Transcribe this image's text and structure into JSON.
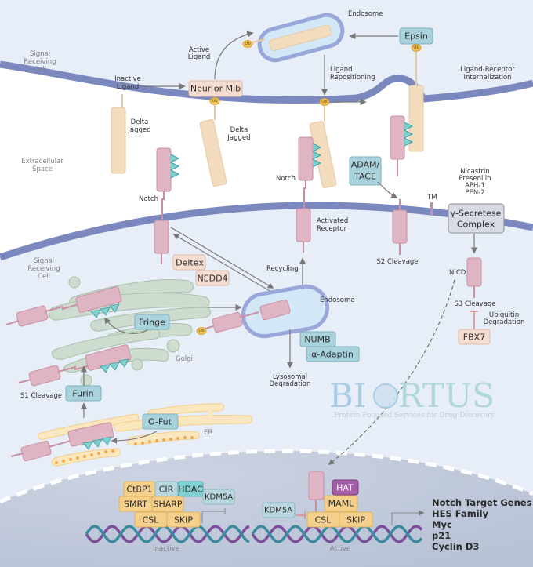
{
  "title": "Notch Signaling Pathway",
  "colors": {
    "membrane": "#7b88be",
    "cytoplasm": "#e7eef7",
    "nucleus": "#c5cedf",
    "notch": "#dfb5c4",
    "ligand": "#f3dcbd",
    "egf_teal": "#7fd0d1",
    "teal_box": "#a9d3dc",
    "peach_box": "#f6ddd1",
    "yellow_box": "#f4d08c",
    "hat_purple": "#a35ea7",
    "golgi": "#cddccf",
    "er": "#fbe7bd",
    "ub": "#f2c45a",
    "gamma_box": "#d8dae4"
  },
  "regions": {
    "top_cell": "Signal\nReceiving\nCell",
    "extracellular": "Extracellular\nSpace",
    "bottom_cell": "Signal\nReceiving\nCell",
    "golgi": "Golgi",
    "er": "ER"
  },
  "labels": {
    "inactive_ligand": [
      "Inactive",
      "Ligand"
    ],
    "active_ligand": [
      "Active",
      "Ligand"
    ],
    "delta_jagged_1": [
      "Delta",
      "Jagged"
    ],
    "delta_jagged_2": [
      "Delta",
      "Jagged"
    ],
    "endosome_top": "Endosome",
    "ligand_repositioning": [
      "Ligand",
      "Repositioning"
    ],
    "ligand_receptor_internalization": [
      "Ligand-Receptor",
      "Internalization"
    ],
    "notch_1": "Notch",
    "notch_2": "Notch",
    "activated_receptor": [
      "Activated",
      "Receptor"
    ],
    "s2_cleavage": "S2 Cleavage",
    "tm": "TM",
    "secretase_components": [
      "Nicastrin",
      "Presenilin",
      "APH-1",
      "PEN-2"
    ],
    "nicd": "NICD",
    "s3_cleavage": "S3 Cleavage",
    "ubiquitin_degradation": [
      "Ubiquitin",
      "Degradation"
    ],
    "recycling": "Recycling",
    "endosome_bottom": "Endosome",
    "lysosomal_degradation": [
      "Lysosomal",
      "Degradation"
    ],
    "s1_cleavage": "S1 Cleavage",
    "inactive": "Inactive",
    "active": "Active",
    "ub": "Ub"
  },
  "boxes": {
    "neur_mib": "Neur or Mib",
    "epsin": "Epsin",
    "adam_tace": [
      "ADAM/",
      "TACE"
    ],
    "gamma_secretase": [
      "γ-Secretese",
      "Complex"
    ],
    "deltex": "Deltex",
    "nedd4": "NEDD4",
    "fringe": "Fringe",
    "numb": "NUMB",
    "alpha_adaptin": "α-Adaptin",
    "fbx7": "FBX7",
    "furin": "Furin",
    "o_fut": "O-Fut",
    "inactive_complex": [
      "CtBP1",
      "CIR",
      "HDAC",
      "SMRT",
      "SHARP",
      "CSL",
      "SKIP"
    ],
    "kdm5a_inactive": "KDM5A",
    "active_complex": [
      "HAT",
      "MAML",
      "CSL",
      "SKIP"
    ],
    "kdm5a_active": "KDM5A"
  },
  "target_genes": [
    "Notch Target Genes",
    "HES Family",
    "Myc",
    "p21",
    "Cyclin D3"
  ],
  "watermark": {
    "brand": "BIORTUS",
    "brand_left": "BI",
    "brand_right": "RTUS",
    "tagline": "Protein Focused Services for Drug Discovery"
  }
}
